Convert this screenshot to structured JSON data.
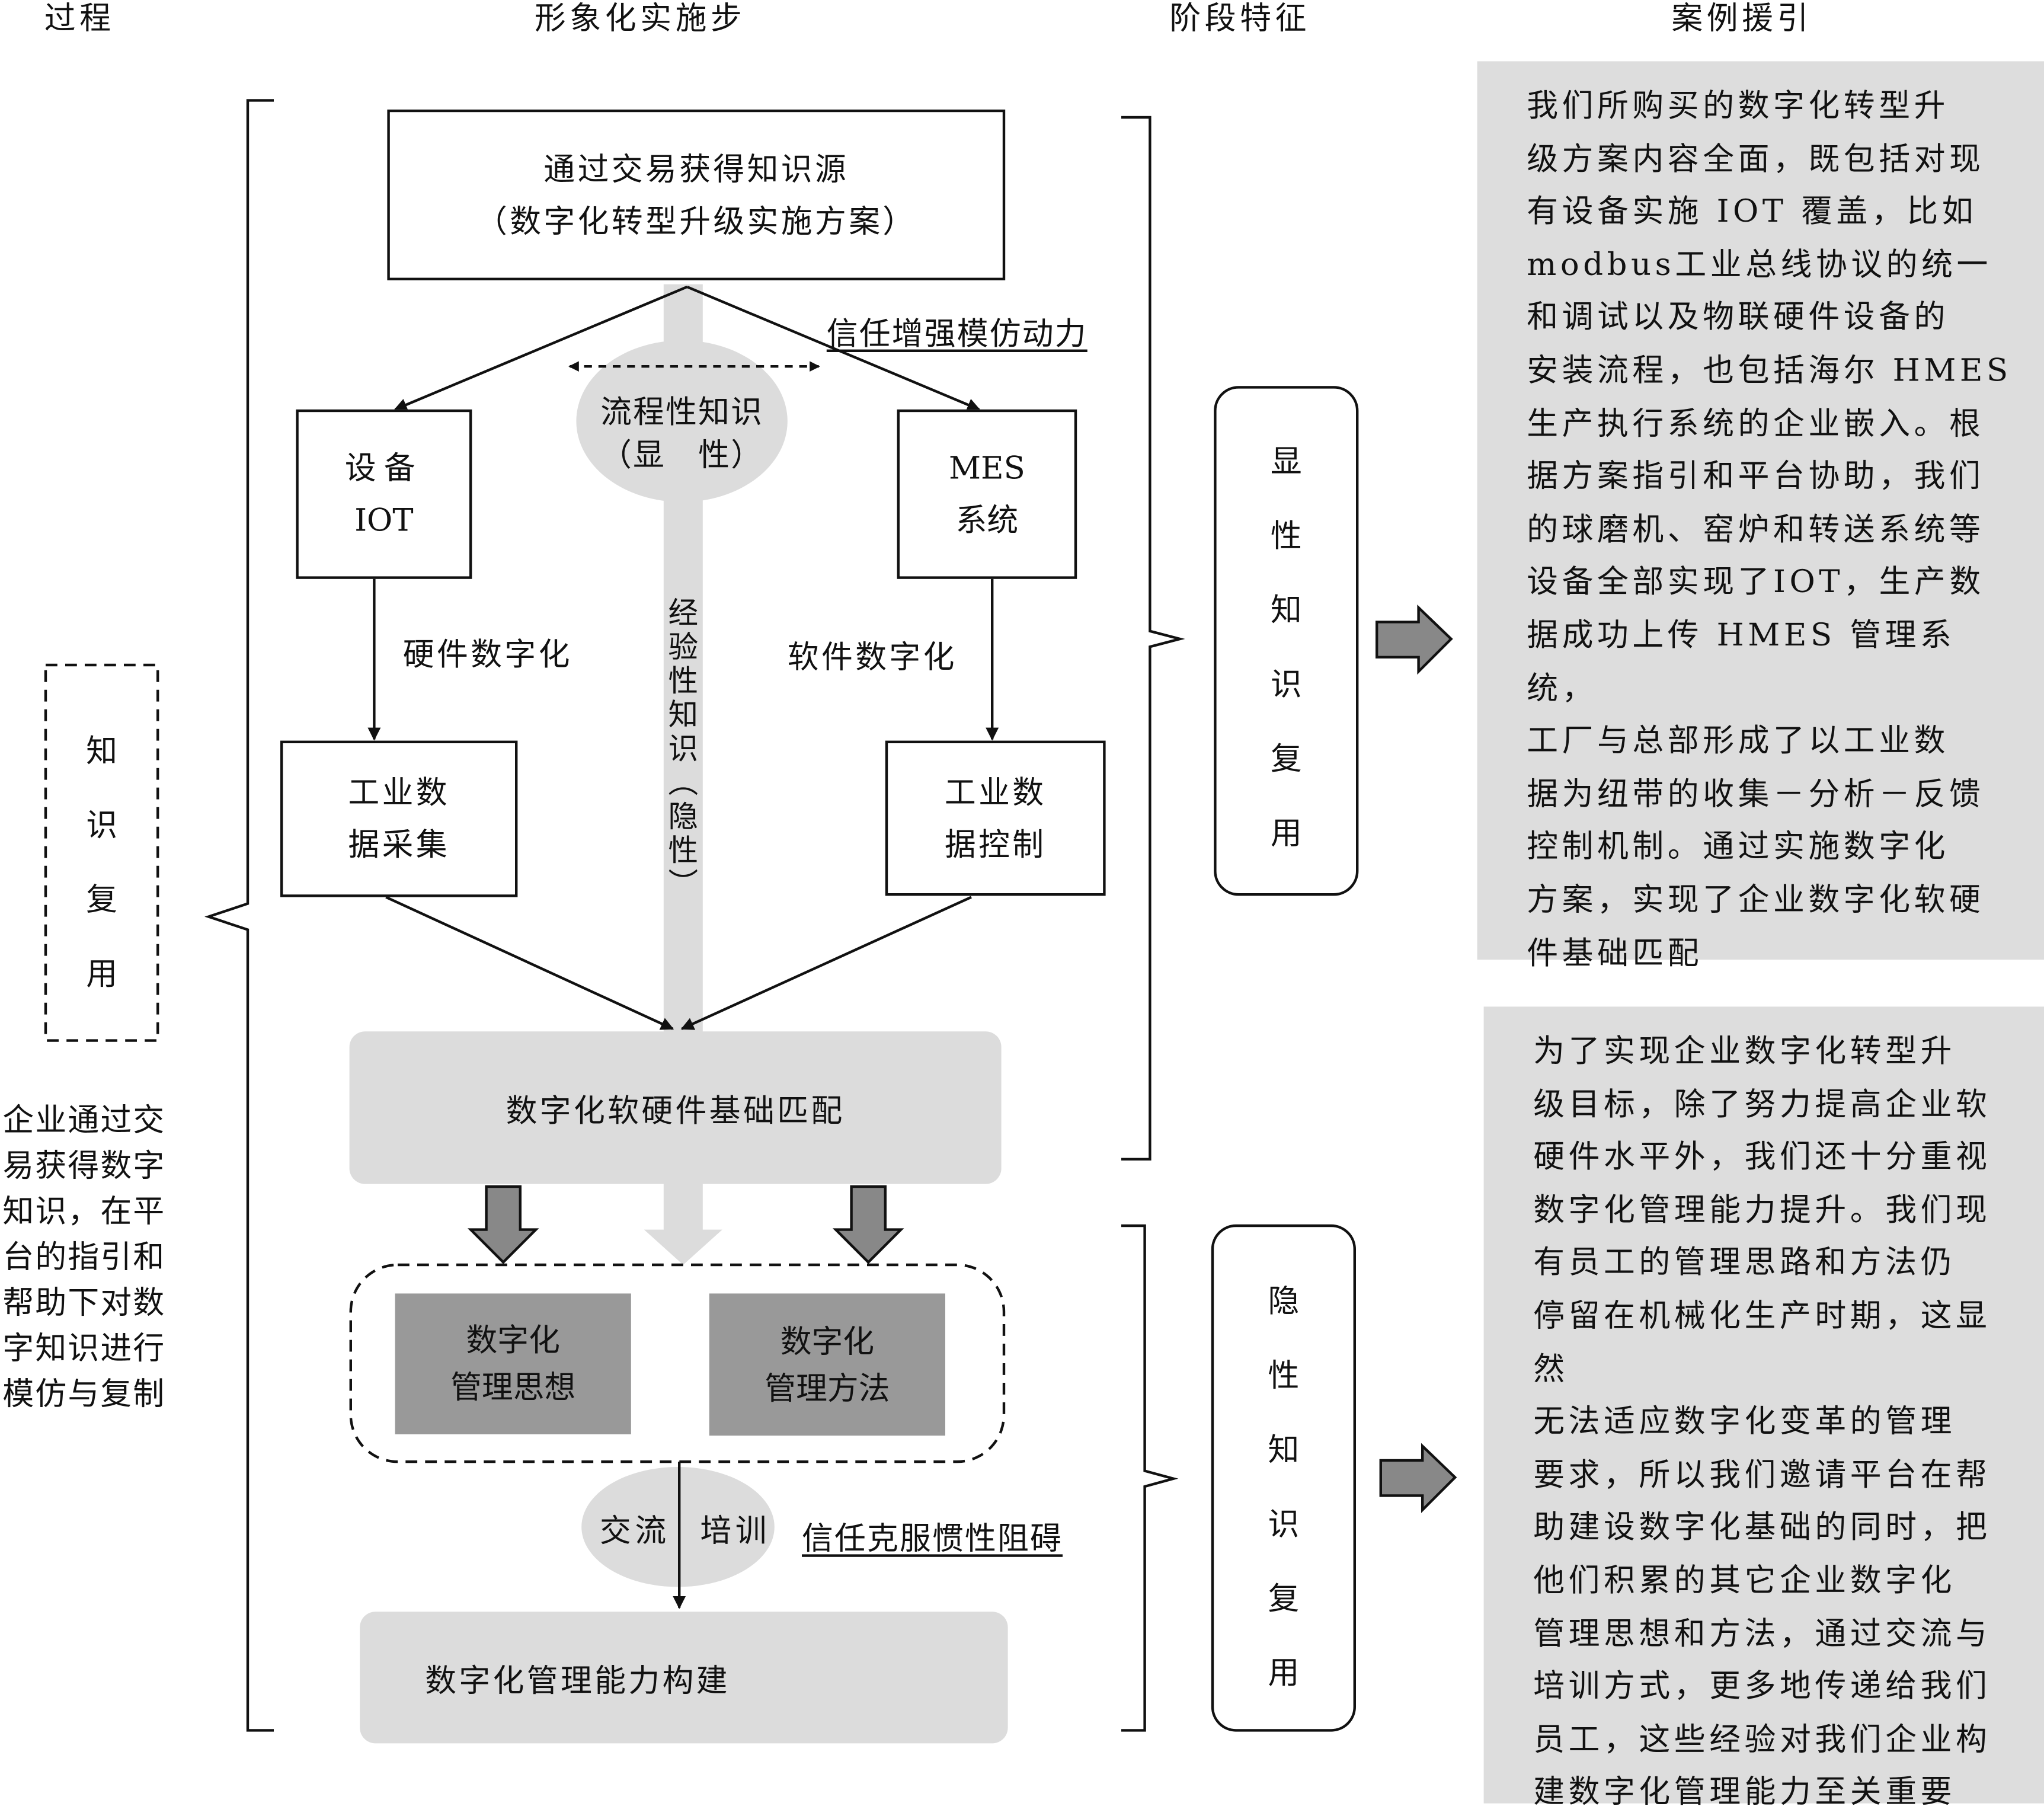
{
  "headers": {
    "process": "过程",
    "steps": "形象化实施步",
    "features": "阶段特征",
    "cases": "案例援引"
  },
  "flow": {
    "source_box": [
      "通过交易获得知识源",
      "（数字化转型升级实施方案）"
    ],
    "trust_enhance": "信任增强模仿动力",
    "process_knowledge": [
      "流程性知识",
      "（显　性）"
    ],
    "device_iot": [
      "设备",
      "IOT"
    ],
    "mes_system": [
      "MES",
      "系统"
    ],
    "hardware_digital": "硬件数字化",
    "software_digital": "软件数字化",
    "experience_knowledge": [
      "经",
      "验",
      "性",
      "知",
      "识",
      "︵",
      "隐",
      "性",
      "︶"
    ],
    "data_collection": [
      "工业数",
      "据采集"
    ],
    "data_control": [
      "工业数",
      "据控制"
    ],
    "base_match": "数字化软硬件基础匹配",
    "mgmt_thought": [
      "数字化",
      "管理思想"
    ],
    "mgmt_method": [
      "数字化",
      "管理方法"
    ],
    "exchange": "交流",
    "training": "培训",
    "trust_overcome": "信任克服惯性阻碍",
    "mgmt_capability": "数字化管理能力构建"
  },
  "process": {
    "knowledge_reuse_label": [
      "知",
      "识",
      "复",
      "用"
    ],
    "description": "企业通过交\n易获得数字\n知识，在平\n台的指引和\n帮助下对数\n字知识进行\n模仿与复制"
  },
  "features": {
    "explicit_reuse": [
      "显",
      "性",
      "知",
      "识",
      "复",
      "用"
    ],
    "tacit_reuse": [
      "隐",
      "性",
      "知",
      "识",
      "复",
      "用"
    ]
  },
  "cases": {
    "case1": "我们所购买的数字化转型升\n级方案内容全面，既包括对现\n有设备实施 IOT 覆盖，比如\nmodbus工业总线协议的统一\n和调试以及物联硬件设备的\n安装流程，也包括海尔 HMES\n生产执行系统的企业嵌入。根\n据方案指引和平台协助，我们\n的球磨机、窑炉和转送系统等\n设备全部实现了IOT，生产数\n据成功上传 HMES 管理系统，\n工厂与总部形成了以工业数\n据为纽带的收集－分析－反馈\n控制机制。通过实施数字化\n方案，实现了企业数字化软硬\n件基础匹配",
    "case2": "为了实现企业数字化转型升\n级目标，除了努力提高企业软\n硬件水平外，我们还十分重视\n数字化管理能力提升。我们现\n有员工的管理思路和方法仍\n停留在机械化生产时期，这显然\n无法适应数字化变革的管理\n要求，所以我们邀请平台在帮\n助建设数字化基础的同时，把\n他们积累的其它企业数字化\n管理思想和方法，通过交流与\n培训方式，更多地传递给我们\n员工，这些经验对我们企业构\n建数字化管理能力至关重要"
  },
  "colors": {
    "light_gray": "#dcdcdc",
    "mid_gray": "#999999",
    "arrow_gray": "#888888",
    "line": "#111111"
  }
}
